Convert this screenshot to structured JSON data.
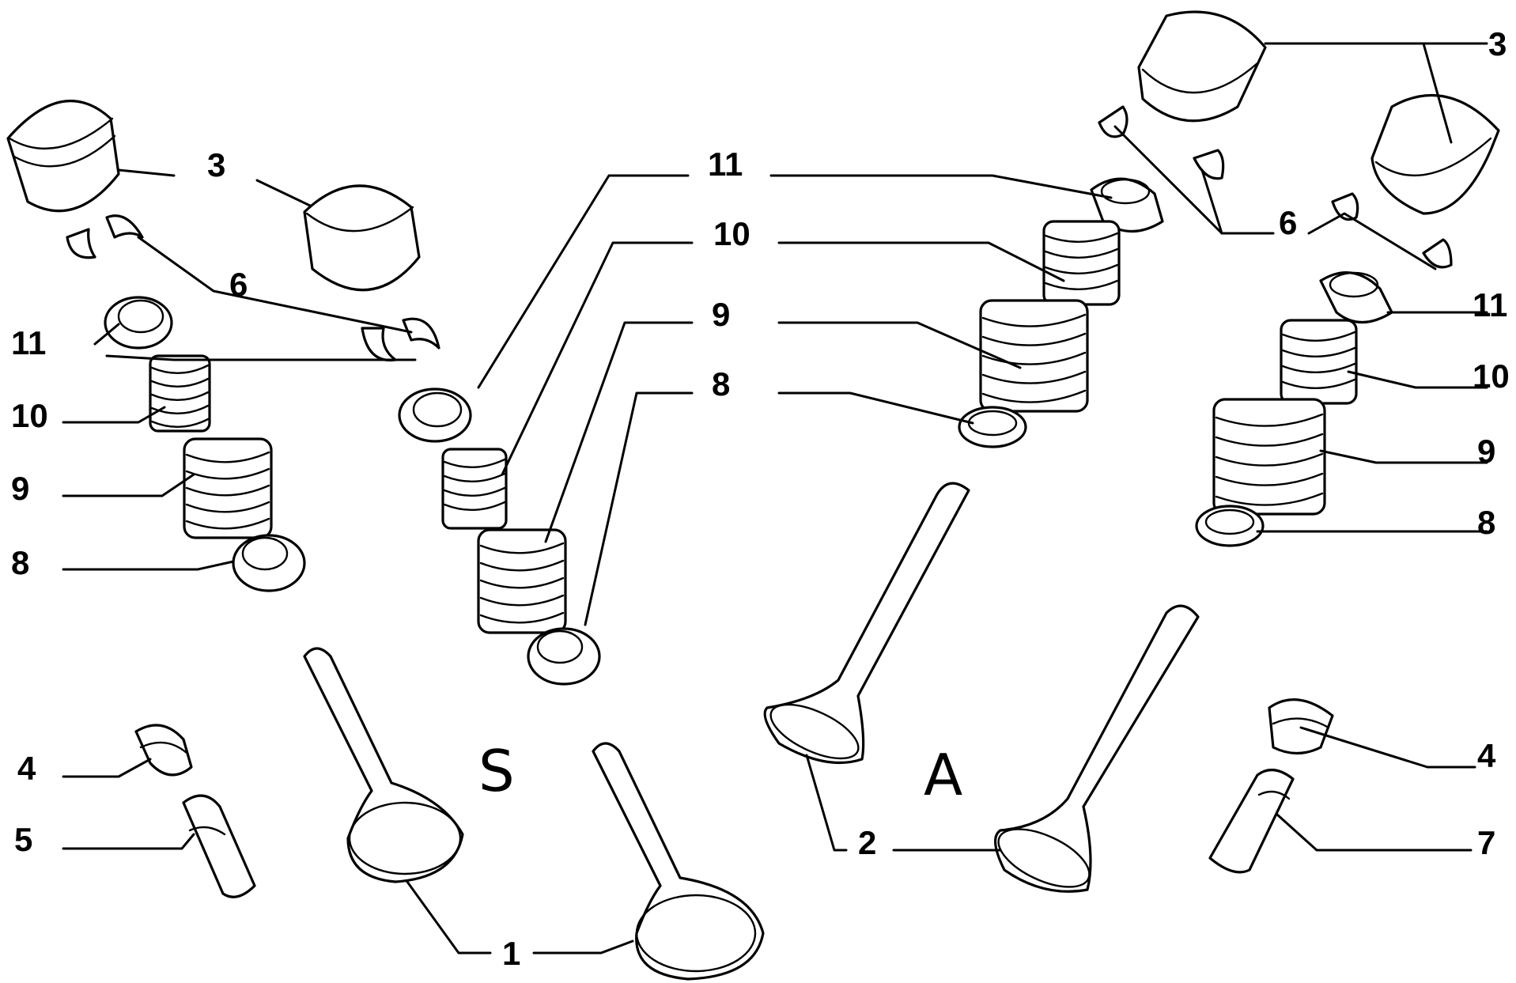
{
  "diagram": {
    "group_labels": {
      "intake": "S",
      "exhaust": "A"
    },
    "callouts": {
      "l_3": "3",
      "l_6": "6",
      "l_11": "11",
      "l_10": "10",
      "l_9": "9",
      "l_8": "8",
      "l_4": "4",
      "l_5": "5",
      "l_1": "1",
      "c_11": "11",
      "c_10": "10",
      "c_9": "9",
      "c_8": "8",
      "r_3": "3",
      "r_6": "6",
      "r_11": "11",
      "r_10": "10",
      "r_9": "9",
      "r_8": "8",
      "r_4": "4",
      "r_7": "7",
      "r_2": "2"
    }
  }
}
